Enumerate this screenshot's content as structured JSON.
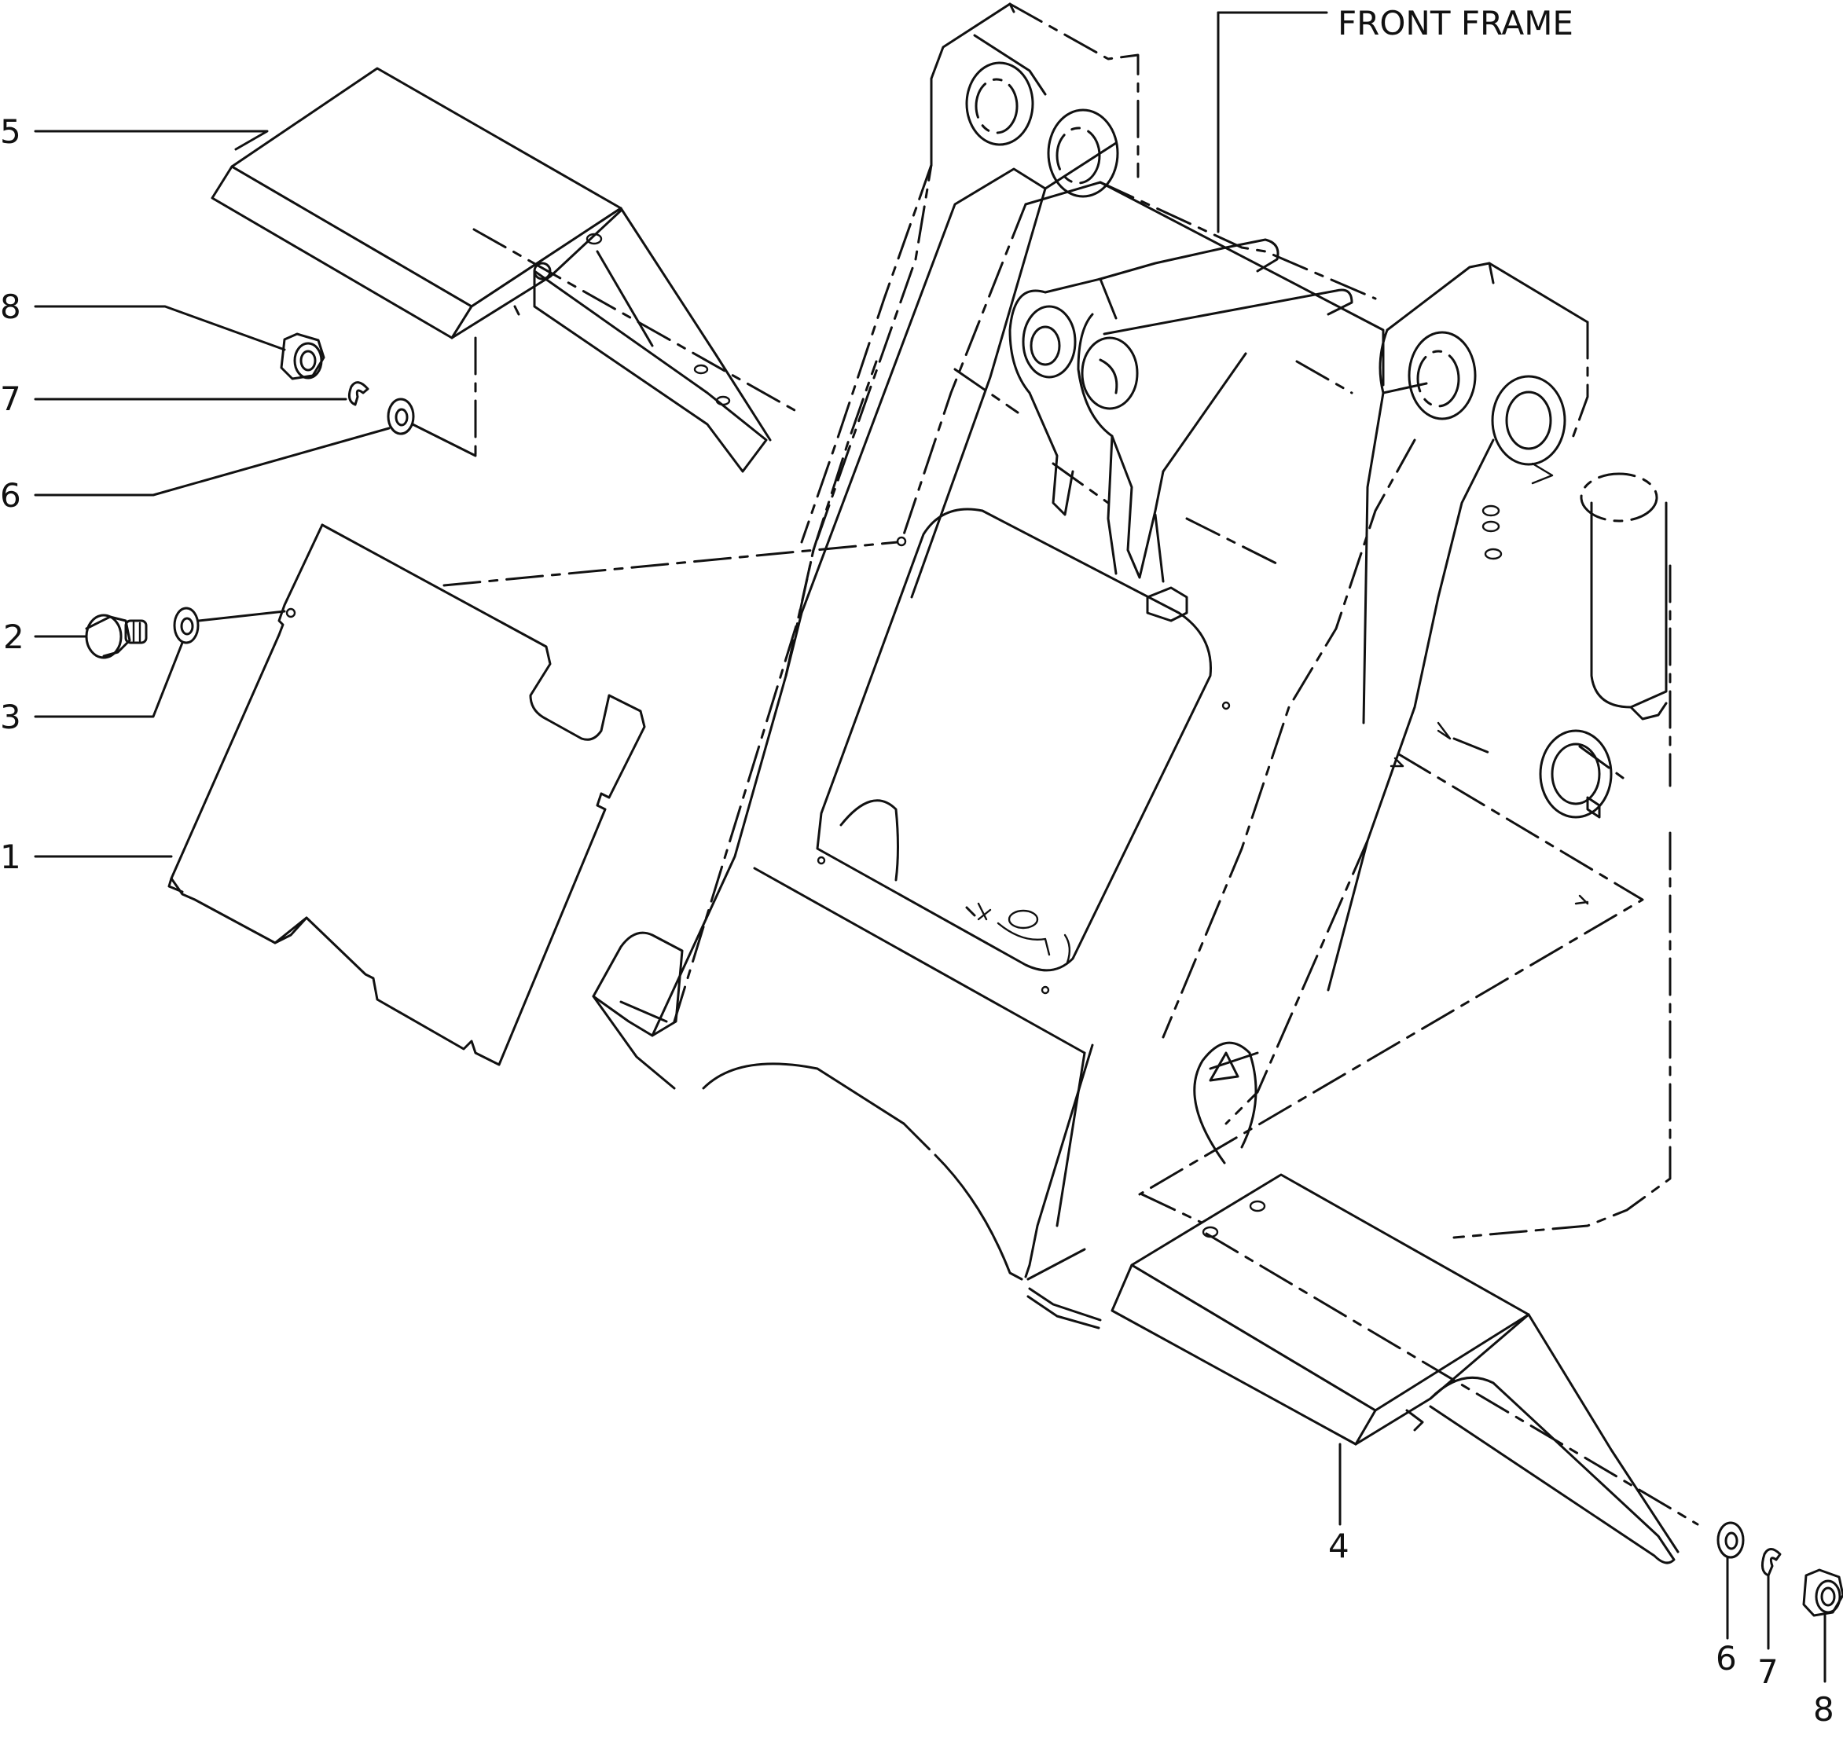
{
  "frame_label": "FRONT FRAME",
  "callouts": {
    "c1": "1",
    "c2": "2",
    "c3": "3",
    "c4": "4",
    "c5": "5",
    "c6a": "6",
    "c7a": "7",
    "c8a": "8",
    "c6b": "6",
    "c7b": "7",
    "c8b": "8"
  }
}
